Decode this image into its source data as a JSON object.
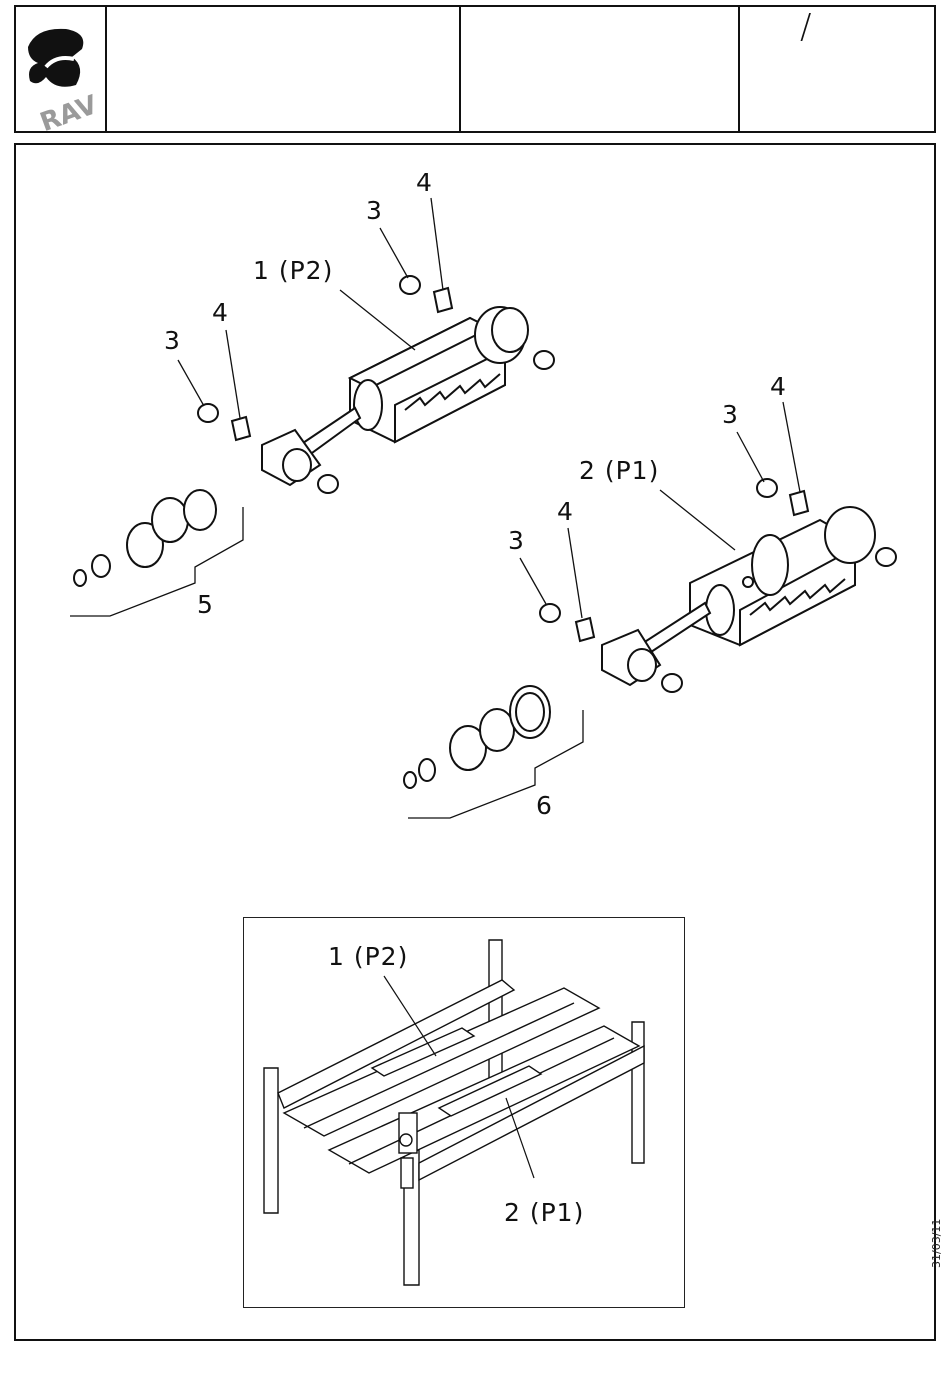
{
  "header": {
    "logo_text": "RAV",
    "page_marker": "/"
  },
  "exploded_view": {
    "cylinder_1_label": "1 (P2)",
    "cylinder_2_label": "2 (P1)",
    "part_3_labels": [
      "3",
      "3",
      "3",
      "3"
    ],
    "part_4_labels": [
      "4",
      "4",
      "4",
      "4"
    ],
    "seal_kit_5_label": "5",
    "seal_kit_6_label": "6"
  },
  "inset": {
    "cylinder_1_label": "1 (P2)",
    "cylinder_2_label": "2 (P1)"
  },
  "date": "31/03/11"
}
